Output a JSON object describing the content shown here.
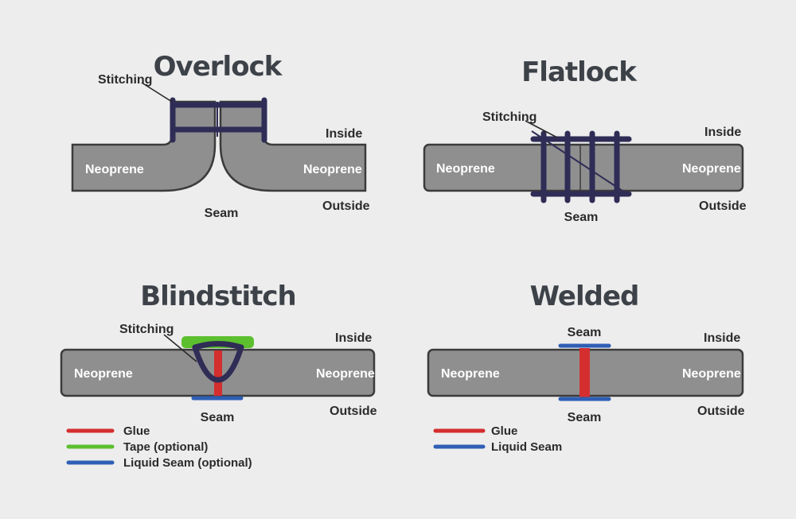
{
  "colors": {
    "glue": "#d42e2e",
    "tape": "#5cbf2e",
    "liquid_seam": "#2f5fb5",
    "stitching": "#2f2c56",
    "neoprene": "#8f8f90",
    "background": "#ededed"
  },
  "panels": {
    "overlock": {
      "title": "Overlock",
      "stitching": "Stitching",
      "neoprene_left": "Neoprene",
      "neoprene_right": "Neoprene",
      "inside": "Inside",
      "outside": "Outside",
      "seam": "Seam"
    },
    "flatlock": {
      "title": "Flatlock",
      "stitching": "Stitching",
      "neoprene_left": "Neoprene",
      "neoprene_right": "Neoprene",
      "inside": "Inside",
      "outside": "Outside",
      "seam": "Seam"
    },
    "blindstitch": {
      "title": "Blindstitch",
      "stitching": "Stitching",
      "neoprene_left": "Neoprene",
      "neoprene_right": "Neoprene",
      "inside": "Inside",
      "outside": "Outside",
      "seam": "Seam",
      "legend": [
        {
          "label": "Glue",
          "color": "#d42e2e"
        },
        {
          "label": "Tape (optional)",
          "color": "#5cbf2e"
        },
        {
          "label": "Liquid Seam (optional)",
          "color": "#2f5fb5"
        }
      ]
    },
    "welded": {
      "title": "Welded",
      "seam_top": "Seam",
      "seam_bottom": "Seam",
      "neoprene_left": "Neoprene",
      "neoprene_right": "Neoprene",
      "inside": "Inside",
      "outside": "Outside",
      "legend": [
        {
          "label": "Glue",
          "color": "#d42e2e"
        },
        {
          "label": "Liquid Seam",
          "color": "#2f5fb5"
        }
      ]
    }
  }
}
